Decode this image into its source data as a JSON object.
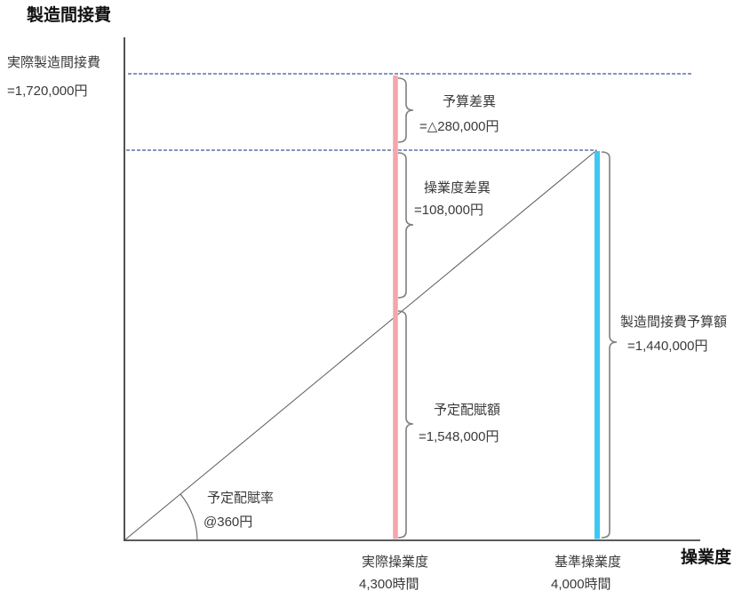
{
  "figure": {
    "y_axis_title": "製造間接費",
    "x_axis_title": "操業度"
  },
  "labels": {
    "actual_overhead": {
      "line1": "実際製造間接費",
      "line2": "=1,720,000円"
    },
    "budget_variance": {
      "line1": "予算差異",
      "line2": "=△280,000円"
    },
    "volume_variance": {
      "line1": "操業度差異",
      "line2": "=108,000円"
    },
    "applied_amount": {
      "line1": "予定配賦額",
      "line2": "=1,548,000円"
    },
    "budget_amount": {
      "line1": "製造間接費予算額",
      "line2": "=1,440,000円"
    },
    "allocation_rate": {
      "line1": "予定配賦率",
      "line2": "@360円"
    },
    "actual_volume": {
      "line1": "実際操業度",
      "line2": "4,300時間"
    },
    "standard_volume": {
      "line1": "基準操業度",
      "line2": "4,000時間"
    }
  },
  "values": {
    "actual_overhead_yen": 1720000,
    "budget_variance_yen": -280000,
    "volume_variance_yen": 108000,
    "applied_overhead_yen": 1548000,
    "overhead_budget_yen": 1440000,
    "allocation_rate_yen_per_hour": 360,
    "actual_hours": 4300,
    "standard_hours": 4000
  },
  "colors": {
    "actual_volume_line": "#F5A5AB",
    "standard_volume_line": "#3EC7F3",
    "guide_dash": "#3A5894",
    "brace": "#7F7F7F",
    "diagonal": "#595959",
    "axis": "#262626"
  }
}
